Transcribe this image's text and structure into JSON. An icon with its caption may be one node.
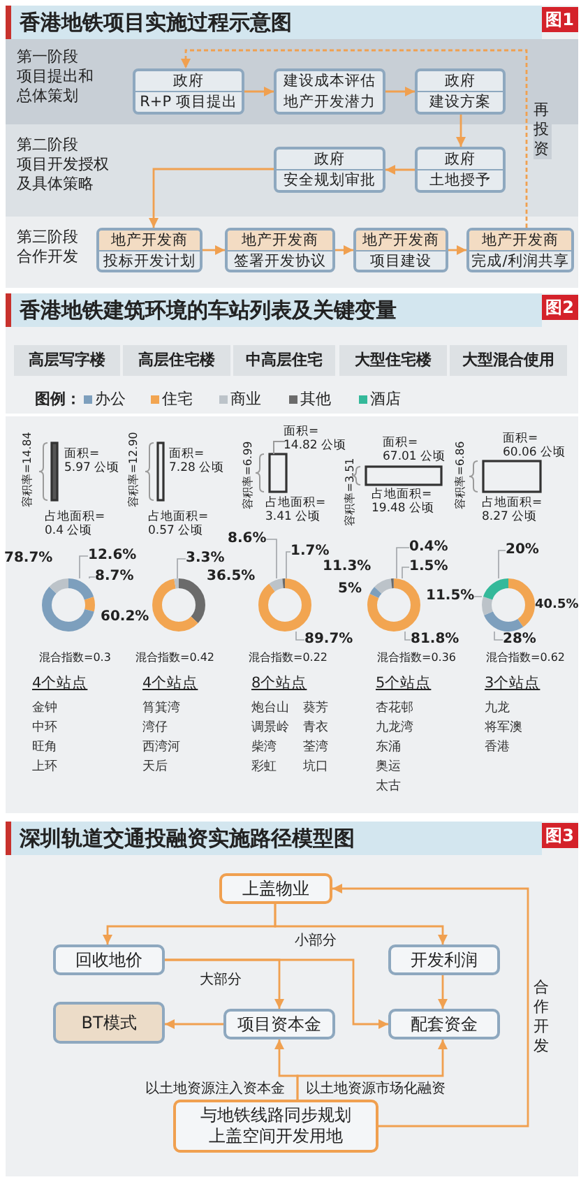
{
  "diagram": {
    "nodes": [
      {
        "text": [
          "香港地铁项目实施过程示意图",
          "图1"
        ]
      },
      {
        "text": [
          "第一阶段",
          "项目提出和总体策划"
        ],
        "in": 0
      },
      {
        "text": [
          "第二阶段",
          "项目开发授权及具体策略"
        ],
        "in": 0
      },
      {
        "text": [
          "第三阶段",
          "合作开发"
        ],
        "in": 0
      },
      {
        "text": [
          "政府",
          "R+P 项目提出"
        ],
        "in": 1
      },
      {
        "text": [
          "建设成本评估",
          "地产开发潜力"
        ],
        "in": 1
      },
      {
        "text": [
          "政府",
          "建设方案"
        ],
        "in": 1
      },
      {
        "text": [
          "政府",
          "安全规划审批"
        ],
        "in": 2
      },
      {
        "text": [
          "政府",
          "土地授予"
        ],
        "in": 2
      },
      {
        "text": [
          "地产开发商",
          "投标开发计划"
        ],
        "in": 3
      },
      {
        "text": [
          "地产开发商",
          "签署开发协议"
        ],
        "in": 3
      },
      {
        "text": [
          "地产开发商",
          "项目建设"
        ],
        "in": 3
      },
      {
        "text": [
          "地产开发商",
          "完成/利润共享"
        ],
        "in": 3
      },
      {
        "text": [
          "香港地铁建筑环境的车站列表及关键变量",
          "图2"
        ]
      },
      {
        "text": [
          "78.7%"
        ],
        "in": 13
      },
      {
        "text": [
          "12.6%"
        ],
        "in": 13
      },
      {
        "text": [
          "8.7%"
        ],
        "in": 13
      },
      {
        "text": [
          "60.2%"
        ],
        "in": 13
      },
      {
        "text": [
          "3.3%"
        ],
        "in": 13
      },
      {
        "text": [
          "36.5%"
        ],
        "in": 13
      },
      {
        "text": [
          "8.6%"
        ],
        "in": 13
      },
      {
        "text": [
          "1.7%"
        ],
        "in": 13
      },
      {
        "text": [
          "89.7%"
        ],
        "in": 13
      },
      {
        "text": [
          "0.4%"
        ],
        "in": 13
      },
      {
        "text": [
          "11.3%"
        ],
        "in": 13
      },
      {
        "text": [
          "1.5%"
        ],
        "in": 13
      },
      {
        "text": [
          "5%"
        ],
        "in": 13
      },
      {
        "text": [
          "81.8%"
        ],
        "in": 13
      },
      {
        "text": [
          "20%"
        ],
        "in": 13
      },
      {
        "text": [
          "11.5%"
        ],
        "in": 13
      },
      {
        "text": [
          "40.5%"
        ],
        "in": 13
      },
      {
        "text": [
          "28%"
        ],
        "in": 13
      },
      {
        "text": [
          "深圳轨道交通投融资实施路径模型图",
          "图3"
        ]
      },
      {
        "text": [
          "上盖物业"
        ],
        "in": 32
      },
      {
        "text": [
          "回收地价"
        ],
        "in": 32
      },
      {
        "text": [
          "开发利润"
        ],
        "in": 32
      },
      {
        "text": [
          "BT模式"
        ],
        "in": 32
      },
      {
        "text": [
          "项目资本金"
        ],
        "in": 32
      },
      {
        "text": [
          "配套资金"
        ],
        "in": 32
      },
      {
        "text": [
          "与地铁线路同步规划上盖空间开发用地"
        ],
        "in": 32
      },
      {
        "text": [],
        "shape": "ring",
        "in": 13
      },
      {
        "text": [],
        "shape": "ring",
        "in": 13
      },
      {
        "text": [],
        "shape": "ring",
        "in": 13
      },
      {
        "text": [],
        "shape": "ring",
        "in": 13
      },
      {
        "text": [],
        "shape": "ring",
        "in": 13
      }
    ],
    "edges": [
      {
        "from": 4,
        "to": 5,
        "arrow": "to"
      },
      {
        "from": 5,
        "to": 6,
        "arrow": "to"
      },
      {
        "from": 6,
        "to": 8,
        "arrow": "to"
      },
      {
        "from": 8,
        "to": 7,
        "arrow": "to"
      },
      {
        "from": 7,
        "to": 9,
        "arrow": "to"
      },
      {
        "from": 9,
        "to": 10,
        "arrow": "to"
      },
      {
        "from": 10,
        "to": 11,
        "arrow": "to"
      },
      {
        "from": 11,
        "to": 12,
        "arrow": "to"
      },
      {
        "from": 12,
        "to": 4,
        "arrow": "to",
        "label": "再投资",
        "style": "dashed"
      },
      {
        "from": 15,
        "to": 40,
        "arrow": "none",
        "color": "#a0a4a8"
      },
      {
        "from": 16,
        "to": 40,
        "arrow": "none",
        "color": "#a0a4a8"
      },
      {
        "from": 18,
        "to": 41,
        "arrow": "none",
        "color": "#a0a4a8"
      },
      {
        "from": 20,
        "to": 42,
        "arrow": "none",
        "color": "#a0a4a8"
      },
      {
        "from": 21,
        "to": 42,
        "arrow": "none",
        "color": "#a0a4a8"
      },
      {
        "from": 22,
        "to": 42,
        "arrow": "none",
        "color": "#a0a4a8"
      },
      {
        "from": 23,
        "to": 43,
        "arrow": "none",
        "color": "#a0a4a8"
      },
      {
        "from": 25,
        "to": 43,
        "arrow": "none",
        "color": "#a0a4a8"
      },
      {
        "from": 27,
        "to": 43,
        "arrow": "none",
        "color": "#a0a4a8"
      },
      {
        "from": 29,
        "to": 44,
        "arrow": "none",
        "color": "#a0a4a8"
      },
      {
        "from": 31,
        "to": 44,
        "arrow": "none",
        "color": "#a0a4a8"
      },
      {
        "from": 28,
        "to": 44,
        "arrow": "none",
        "color": "#a0a4a8"
      },
      {
        "from": 33,
        "to": 34,
        "arrow": "to"
      },
      {
        "from": 33,
        "to": 35,
        "arrow": "to"
      },
      {
        "from": 34,
        "to": 37,
        "arrow": "to",
        "label": "大部分"
      },
      {
        "from": 34,
        "to": 38,
        "arrow": "to",
        "label": "小部分"
      },
      {
        "from": 35,
        "to": 38,
        "arrow": "to"
      },
      {
        "from": 37,
        "to": 36,
        "arrow": "to"
      },
      {
        "from": 39,
        "to": 37,
        "arrow": "to",
        "label": "以土地资源注入资本金"
      },
      {
        "from": 39,
        "to": 38,
        "arrow": "to",
        "label": "以土地资源市场化融资"
      },
      {
        "from": 39,
        "to": 33,
        "arrow": "to",
        "label": "合作开发"
      }
    ],
    "labels": [
      "高层写字楼",
      "高层住宅楼",
      "中高层住宅",
      "大型住宅楼",
      "大型混合使用",
      "图例：",
      "容积率=14.84",
      "面积=5.97 公顷",
      "占地面积=0.4 公顷",
      "容积率=12.90",
      "面积=7.28 公顷",
      "占地面积=0.57 公顷",
      "容积率=6.99",
      "面积=14.82 公顷",
      "占地面积=3.41 公顷",
      "容积率=3.51",
      "面积=67.01 公顷",
      "占地面积=19.48 公顷",
      "容积率=6.86",
      "面积=60.06 公顷",
      "占地面积=8.27 公顷",
      "混合指数=0.3",
      "混合指数=0.42",
      "混合指数=0.22",
      "混合指数=0.36",
      "混合指数=0.62",
      "4个站点",
      "金钟",
      "中环",
      "旺角",
      "上环",
      "4个站点",
      "筲箕湾",
      "湾仔",
      "西湾河",
      "天后",
      "8个站点",
      "炮台山",
      "葵芳",
      "调景岭",
      "青衣",
      "柴湾",
      "荃湾",
      "彩虹",
      "坑口",
      "5个站点",
      "杏花邨",
      "九龙湾",
      "东涌",
      "奥运",
      "太古",
      "3个站点",
      "九龙",
      "将军澳",
      "香港"
    ],
    "legend": [
      {
        "text": "办公",
        "color": "#7d9fbd"
      },
      {
        "text": "住宅",
        "color": "#f2a551"
      },
      {
        "text": "商业",
        "color": "#bcc3c9"
      },
      {
        "text": "其他",
        "color": "#6b6b6b"
      },
      {
        "text": "酒店",
        "color": "#34b99a"
      }
    ]
  }
}
